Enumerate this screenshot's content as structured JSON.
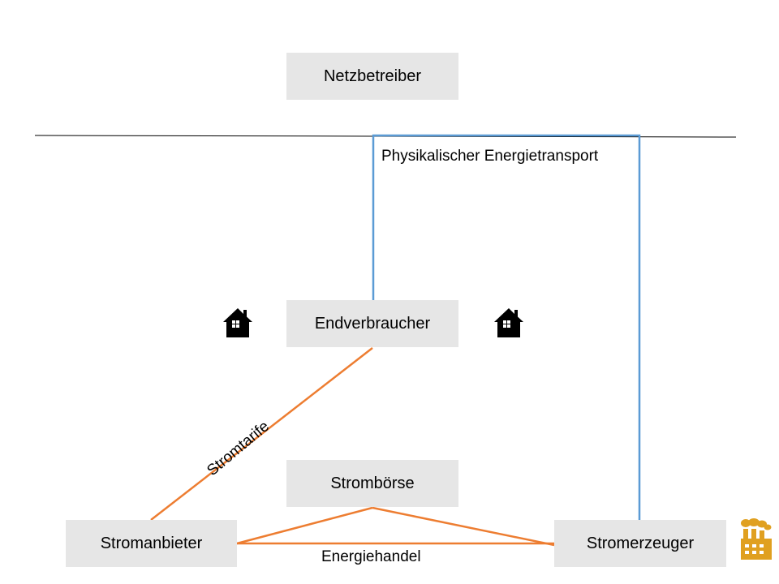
{
  "nodes": {
    "netzbetreiber": "Netzbetreiber",
    "endverbraucher": "Endverbraucher",
    "stromboerse": "Strombörse",
    "stromanbieter": "Stromanbieter",
    "stromerzeuger": "Stromerzeuger"
  },
  "edge_labels": {
    "physical_transport": "Physikalischer Energietransport",
    "tariffs": "Stromtarife",
    "trading": "Energiehandel"
  },
  "icons": {
    "house_left": "house-icon",
    "house_right": "house-icon",
    "factory": "factory-icon"
  },
  "colors": {
    "box_fill": "#e6e6e6",
    "physical_line": "#5b9bd5",
    "trade_line": "#ed7d31",
    "factory": "#e0a020"
  }
}
